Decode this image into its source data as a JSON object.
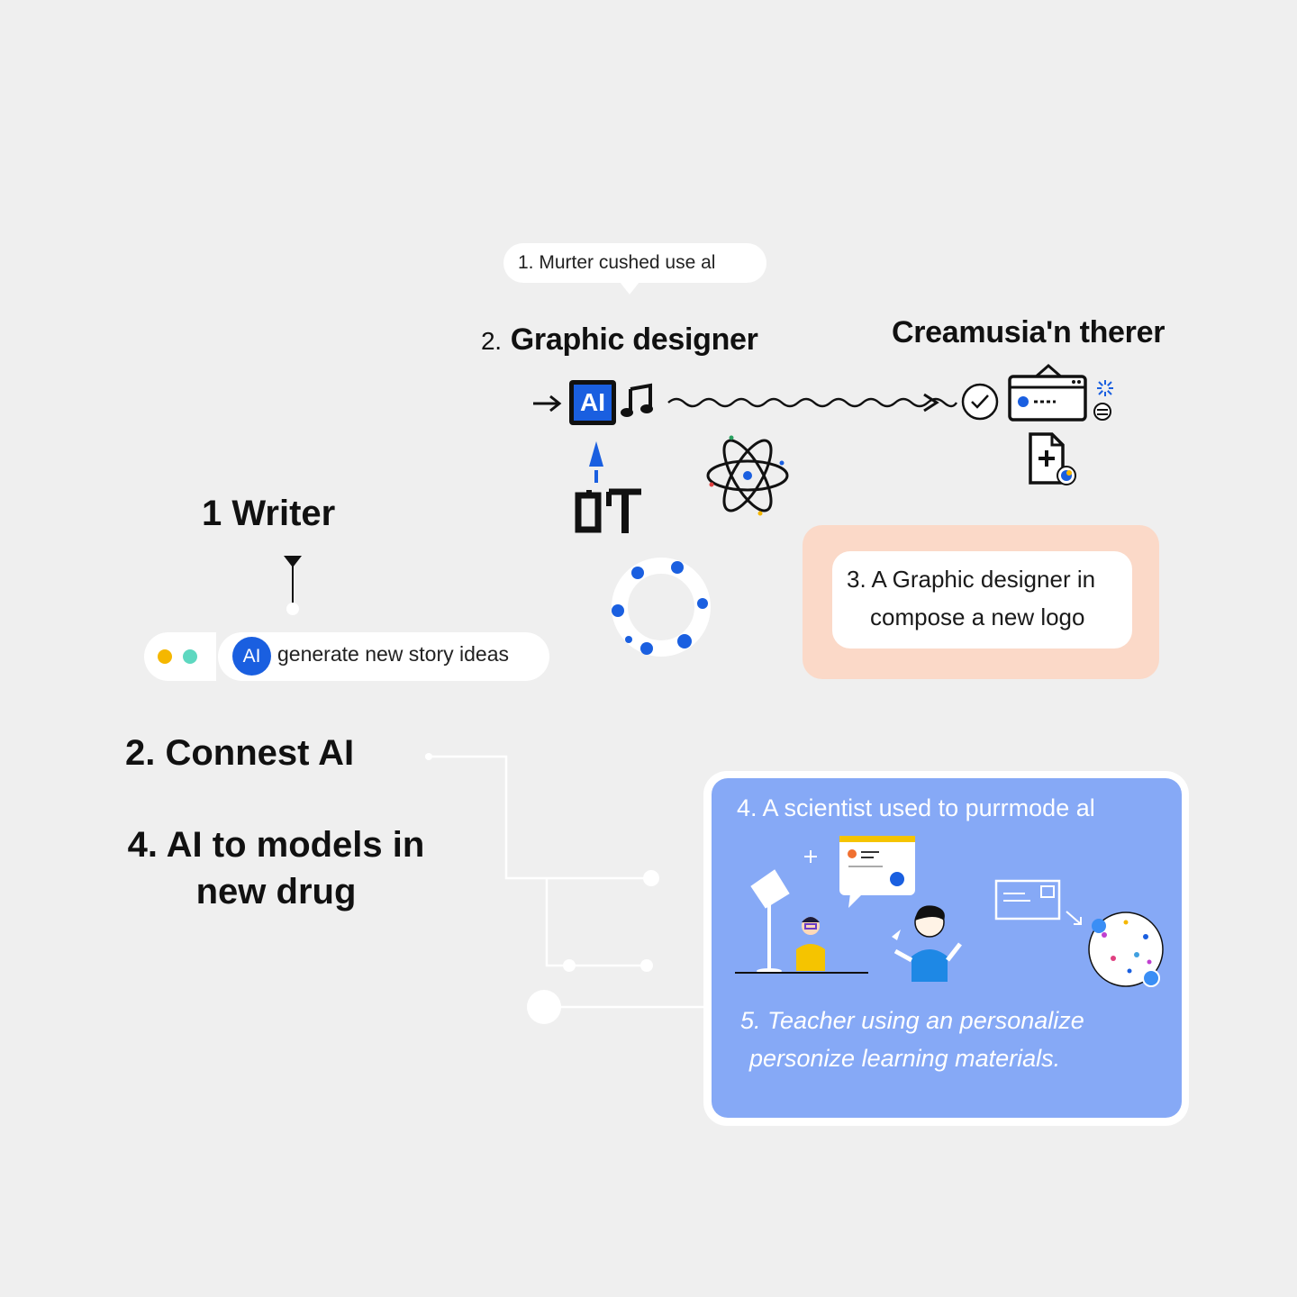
{
  "callout": {
    "text": "1. Murter cushed use al"
  },
  "graphic_designer": {
    "number": "2.",
    "title": "Graphic designer"
  },
  "top_right": {
    "title": "Creamusia'n therer"
  },
  "ai_tile": {
    "label": "AI"
  },
  "writer": {
    "title": "1 Writer"
  },
  "prompt": {
    "badge": "AI",
    "text": "generate new story ideas"
  },
  "connest": {
    "title": "2. Connest AI"
  },
  "models": {
    "line1": "4. AI to models in",
    "line2": "new drug"
  },
  "logo_card": {
    "line1": "3. A Graphic designer in",
    "line2": "compose a new logo"
  },
  "science_card": {
    "title": "4. A scientist used to purrmode al",
    "footer_line1": "5. Teacher using an personalize",
    "footer_line2": "personize learning materials."
  },
  "colors": {
    "background": "#efefef",
    "accent_blue": "#1a5fe0",
    "peach": "#fbd9c8",
    "card_blue": "#86a9f6",
    "yellow": "#f5b700",
    "teal": "#5ed8c0"
  }
}
